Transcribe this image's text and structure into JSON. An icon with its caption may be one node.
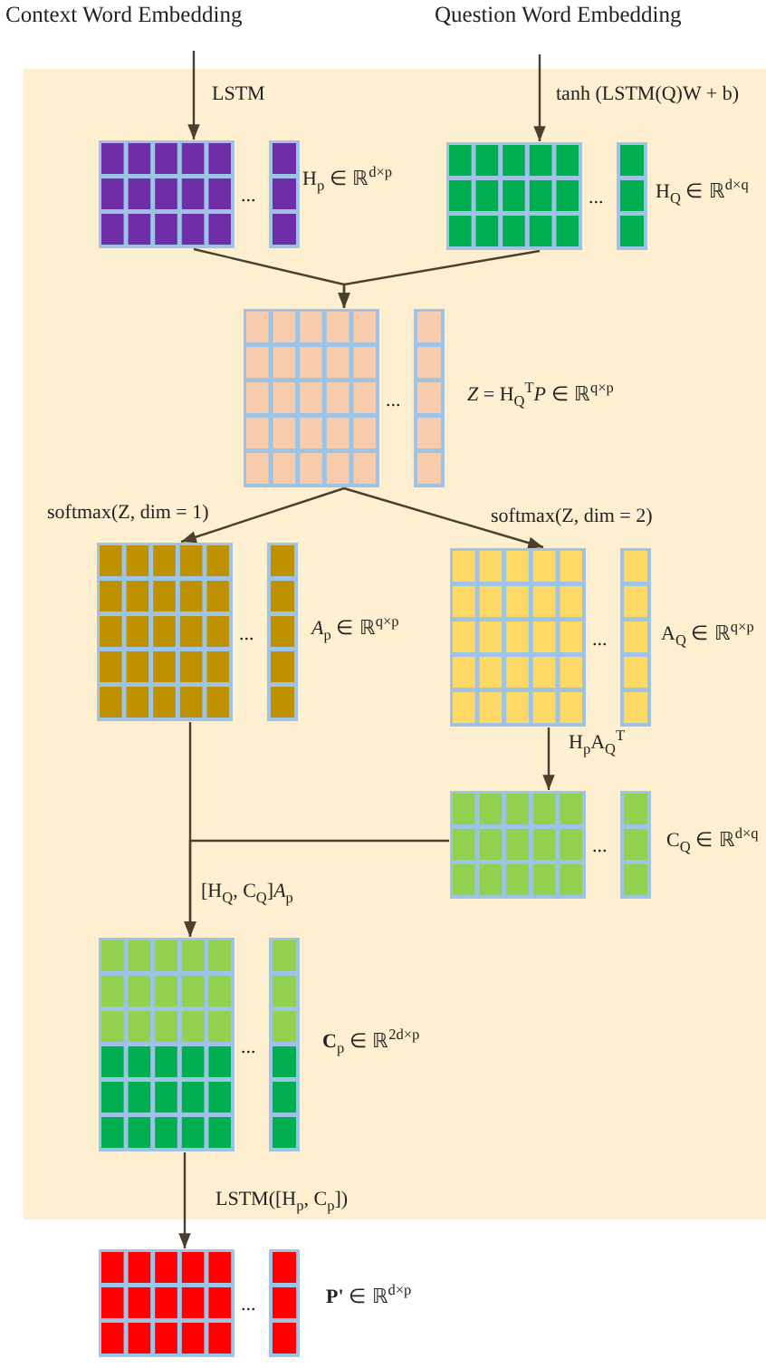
{
  "diagram": {
    "nodes": [
      {
        "text": [
          "Context Word Embedding"
        ]
      },
      {
        "text": [
          "Question Word Embedding"
        ]
      },
      {
        "text": [],
        "shape": "band"
      },
      {
        "text": [
          "..."
        ],
        "in": 2,
        "beside": [
          "H$_{p}$ ∈ ℝ$^{d×p}$"
        ]
      },
      {
        "text": [
          "..."
        ],
        "in": 2,
        "beside": [
          "H$_{Q}$ ∈ ℝ$^{d×q}$"
        ]
      },
      {
        "text": [
          "..."
        ],
        "in": 2,
        "beside": [
          "*Z* = H$_{Q}$$^{T}$*P* ∈ ℝ$^{q×p}$"
        ]
      },
      {
        "text": [
          "..."
        ],
        "in": 2,
        "beside": [
          "*A*$_{p}$ ∈ ℝ$^{q×p}$"
        ]
      },
      {
        "text": [
          "..."
        ],
        "in": 2,
        "beside": [
          "A$_{Q}$ ∈ ℝ$^{q×p}$"
        ]
      },
      {
        "text": [
          "..."
        ],
        "in": 2,
        "beside": [
          "C$_{Q}$ ∈ ℝ$^{d×q}$"
        ]
      },
      {
        "text": [
          "..."
        ],
        "in": 2,
        "beside": [
          "**C**$_{p}$ ∈ ℝ$^{2d×p}$"
        ]
      },
      {
        "text": [
          "..."
        ],
        "beside": [
          "**P'** ∈ ℝ$^{d×p}$"
        ]
      }
    ],
    "edges": [
      {
        "from": 0,
        "to": 3,
        "arrow": "to",
        "label": "LSTM"
      },
      {
        "from": 1,
        "to": 4,
        "arrow": "to",
        "label": "tanh (LSTM(Q)W + b)"
      },
      {
        "from": 3,
        "to": 5,
        "arrow": "to"
      },
      {
        "from": 4,
        "to": 5,
        "arrow": "to"
      },
      {
        "from": 5,
        "to": 6,
        "arrow": "to",
        "label": "softmax(Z, dim = 1)"
      },
      {
        "from": 5,
        "to": 7,
        "arrow": "to",
        "label": "softmax(Z, dim = 2)"
      },
      {
        "from": 7,
        "to": 8,
        "arrow": "to",
        "label": "H$_{p}$A$_{Q}$$^{T}$"
      },
      {
        "from": 6,
        "to": 9,
        "arrow": "to",
        "label": "[H$_{Q}$, C$_{Q}$]*A*$_{p}$"
      },
      {
        "from": 8,
        "to": 9,
        "arrow": "to"
      },
      {
        "from": 9,
        "to": 10,
        "arrow": "to",
        "label": "LSTM([H$_{p}$, C$_{p}$])"
      }
    ]
  }
}
